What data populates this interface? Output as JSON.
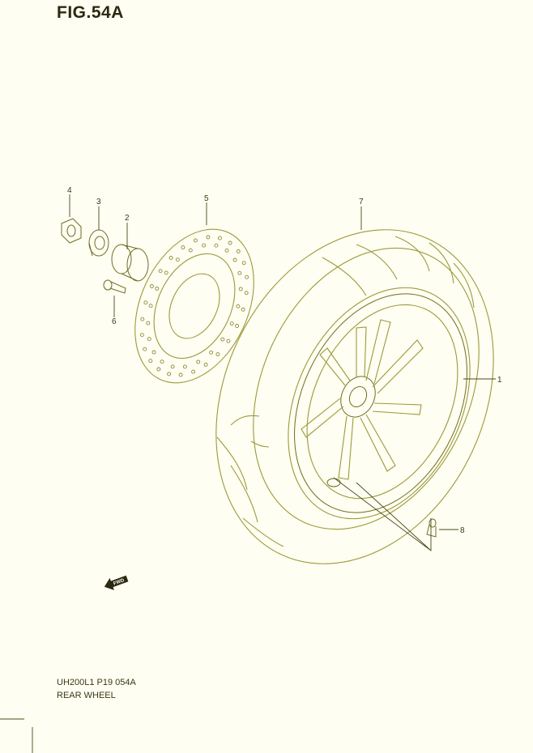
{
  "figure": {
    "title": "FIG.54A"
  },
  "caption": {
    "code": "UH200L1 P19  054A",
    "name": "REAR WHEEL"
  },
  "callouts": [
    {
      "id": "1",
      "label": "1"
    },
    {
      "id": "2",
      "label": "2"
    },
    {
      "id": "3",
      "label": "3"
    },
    {
      "id": "4",
      "label": "4"
    },
    {
      "id": "5",
      "label": "5"
    },
    {
      "id": "6",
      "label": "6"
    },
    {
      "id": "7",
      "label": "7"
    },
    {
      "id": "8",
      "label": "8"
    }
  ],
  "direction_arrow": {
    "label": "FWD",
    "icon": "forward-arrow-icon"
  },
  "colors": {
    "line": "#9b9a3a",
    "text": "#2b2a10",
    "background": "#fffef2"
  }
}
